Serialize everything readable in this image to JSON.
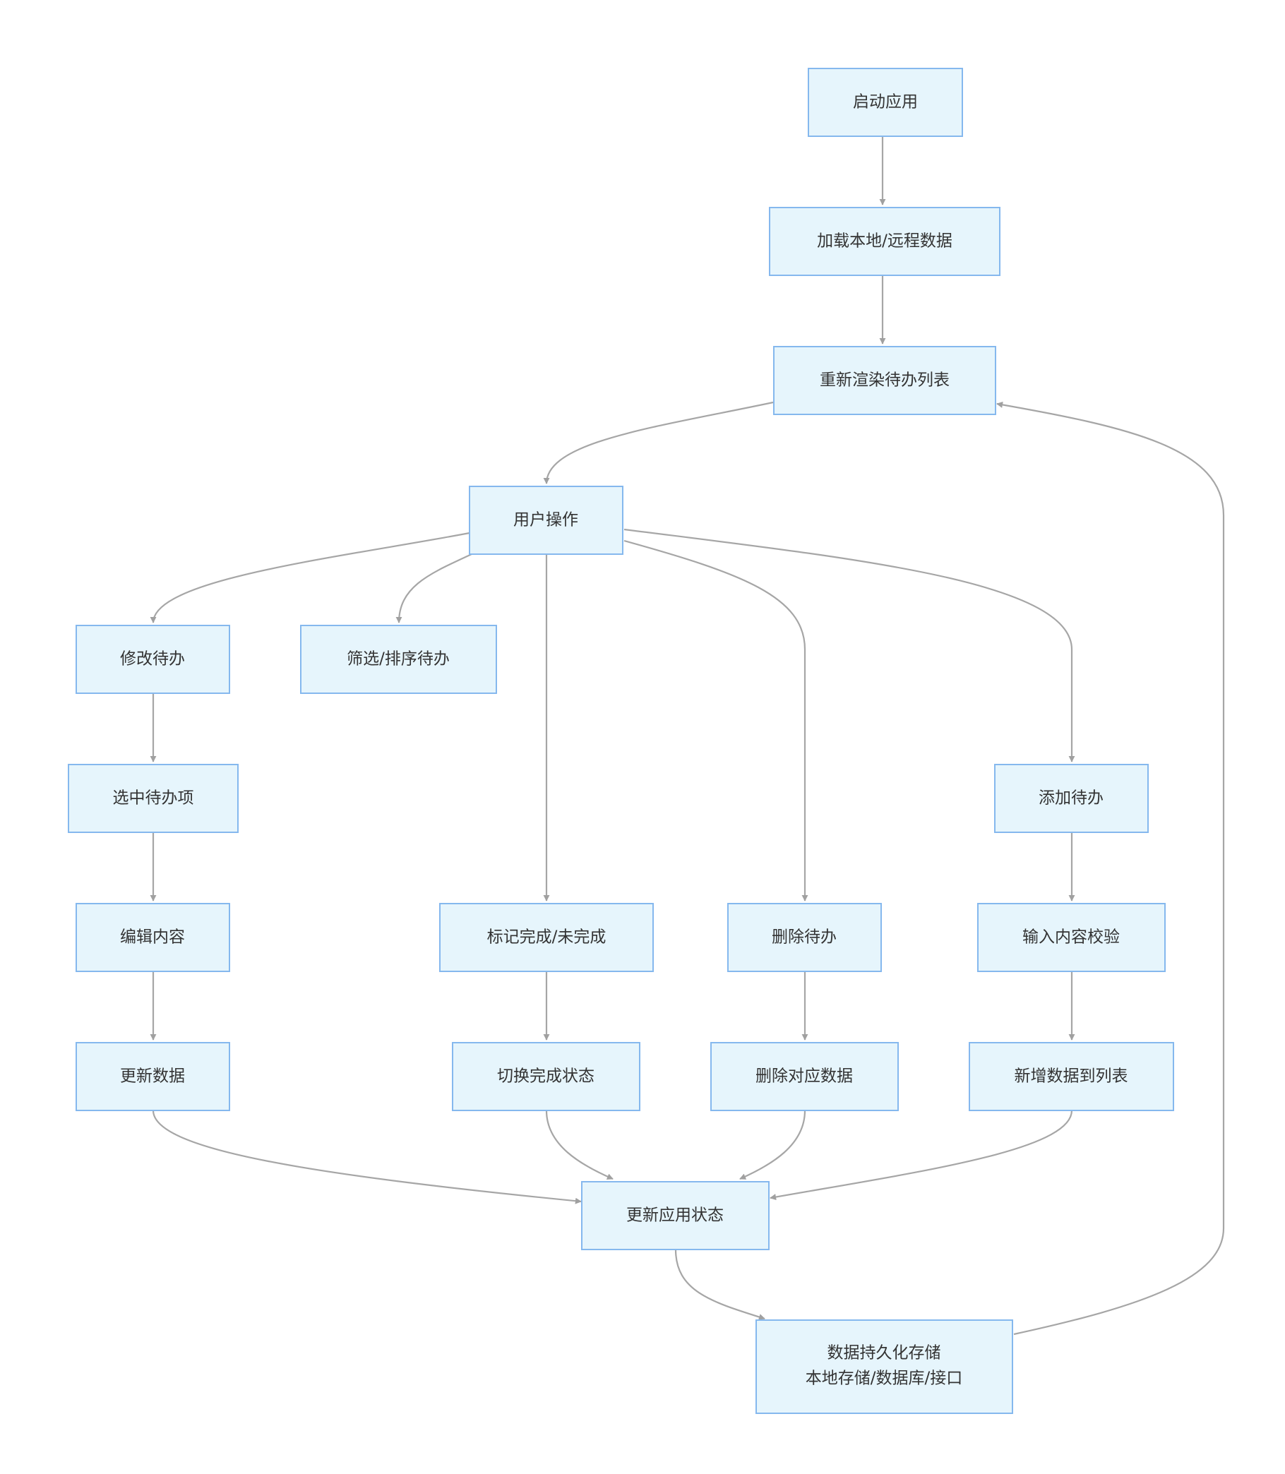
{
  "nodes": {
    "start": "启动应用",
    "load": "加载本地/远程数据",
    "render": "重新渲染待办列表",
    "user_op": "用户操作",
    "modify": "修改待办",
    "filter": "筛选/排序待办",
    "select": "选中待办项",
    "add": "添加待办",
    "edit": "编辑内容",
    "mark": "标记完成/未完成",
    "delete": "删除待办",
    "validate": "输入内容校验",
    "update_data": "更新数据",
    "toggle": "切换完成状态",
    "delete_data": "删除对应数据",
    "add_data": "新增数据到列表",
    "update_state": "更新应用状态",
    "persist_line1": "数据持久化存储",
    "persist_line2": "本地存储/数据库/接口"
  }
}
